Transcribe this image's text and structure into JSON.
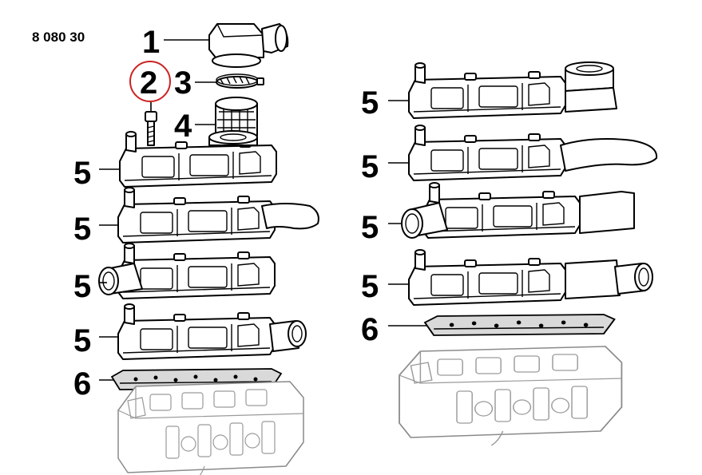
{
  "diagram": {
    "reference_code": "8 080 30",
    "highlight_color": "#cc2222",
    "highlighted_callout": "2",
    "callouts": {
      "p1": "1",
      "p2": "2",
      "p3": "3",
      "p4": "4",
      "p5": "5",
      "p6": "6"
    },
    "parts": {
      "p1": "elbow-connector",
      "p2": "bolt",
      "p3": "hose-clamp",
      "p4": "air-filter-mesh",
      "p5": "valve-cover",
      "p6": "gasket"
    }
  }
}
